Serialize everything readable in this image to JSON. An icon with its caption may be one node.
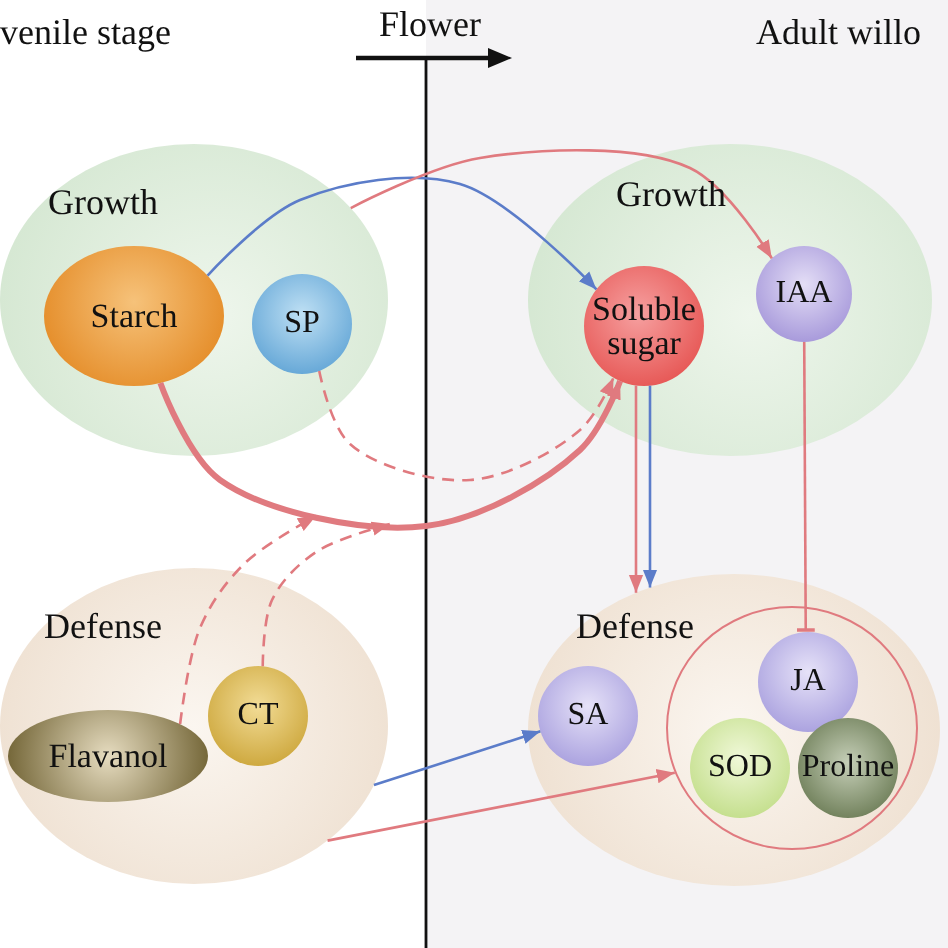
{
  "diagram": {
    "nodes": [
      {
        "text": [
          "Growth"
        ]
      },
      {
        "text": [
          "Starch"
        ],
        "in": 0
      },
      {
        "text": [
          "SP"
        ],
        "in": 0
      },
      {
        "text": [
          "Growth"
        ]
      },
      {
        "text": [
          "Soluble sugar"
        ],
        "in": 3
      },
      {
        "text": [
          "IAA"
        ],
        "in": 3
      },
      {
        "text": [
          "Defense"
        ]
      },
      {
        "text": [
          "Flavanol"
        ],
        "in": 6
      },
      {
        "text": [
          "CT"
        ],
        "in": 6
      },
      {
        "text": [
          "Defense"
        ]
      },
      {
        "text": [
          "SA"
        ],
        "in": 9
      },
      {
        "text": [],
        "shape": "circle",
        "in": 9
      },
      {
        "text": [
          "JA"
        ],
        "in": 11
      },
      {
        "text": [
          "SOD"
        ],
        "in": 11
      },
      {
        "text": [
          "Proline"
        ],
        "in": 11
      }
    ],
    "edges": [
      {
        "from": 1,
        "to": 4,
        "arrow": "to",
        "color": "#5b7cc9"
      },
      {
        "from": 0,
        "to": 5,
        "arrow": "to"
      },
      {
        "from": 1,
        "to": 4,
        "arrow": "to",
        "style": "thick"
      },
      {
        "from": 2,
        "to": 4,
        "arrow": "to",
        "style": "dashed"
      },
      {
        "from": 7,
        "to": null,
        "arrow": "to",
        "style": "dashed"
      },
      {
        "from": 8,
        "to": null,
        "arrow": "to",
        "style": "dashed"
      },
      {
        "from": 4,
        "to": 9,
        "arrow": "to"
      },
      {
        "from": 4,
        "to": 9,
        "arrow": "to",
        "color": "#5b7cc9"
      },
      {
        "from": 5,
        "to": 12,
        "arrow": "other"
      },
      {
        "from": 6,
        "to": 10,
        "arrow": "to",
        "color": "#5b7cc9"
      },
      {
        "from": 6,
        "to": 11,
        "arrow": "to"
      }
    ],
    "labels": [
      "venile stage",
      "Flower",
      "Adult willo"
    ]
  }
}
